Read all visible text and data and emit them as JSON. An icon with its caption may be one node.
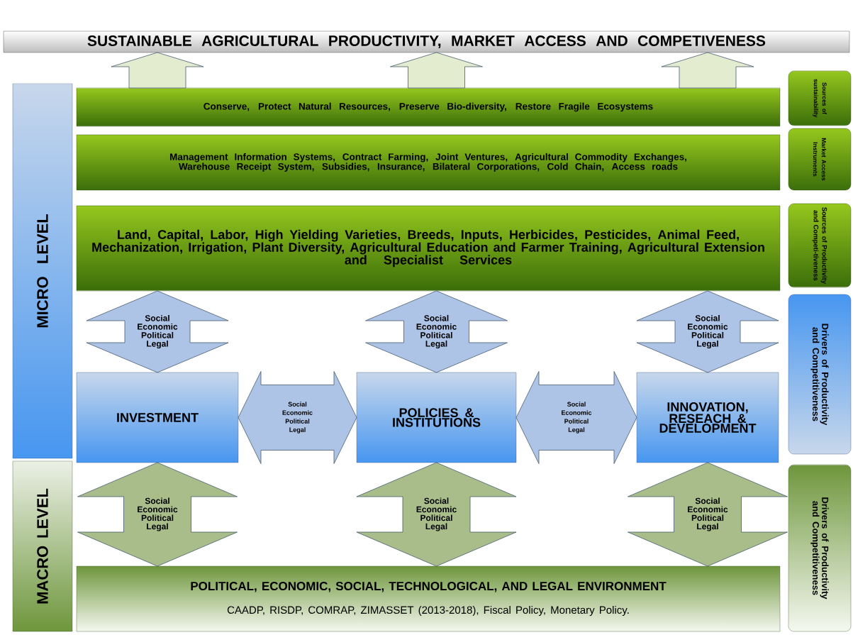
{
  "diagram": {
    "nodes": [
      {
        "text": [
          "SUSTAINABLE AGRICULTURAL PRODUCTIVITY, MARKET ACCESS AND COMPETIVENESS"
        ]
      },
      {
        "text": [
          "MICRO LEVEL"
        ]
      },
      {
        "text": [
          "Conserve, Protect Natural Resources, Preserve Bio-diversity, Restore Fragile Ecosystems"
        ]
      },
      {
        "text": [
          "Management Information Systems, Contract Farming, Joint Ventures, Agricultural Commodity Exchanges, Warehouse Receipt System, Subsidies, Insurance, Bilateral Corporations, Cold Chain, Access roads"
        ]
      },
      {
        "text": [
          "Land, Capital, Labor, High Yielding Varieties, Breeds, Inputs, Herbicides, Pesticides, Animal Feed, Mechanization, Irrigation, Plant Diversity, Agricultural Education and Farmer Training, Agricultural Extension and Specialist Services"
        ]
      },
      {
        "text": [
          "INVESTMENT"
        ]
      },
      {
        "text": [
          "POLICIES & INSTITUTIONS"
        ]
      },
      {
        "text": [
          "INNOVATION, RESEACH & DEVELOPMENT"
        ]
      },
      {
        "text": [
          "MACRO LEVEL"
        ]
      },
      {
        "text": [
          "POLITICAL, ECONOMIC, SOCIAL, TECHNOLOGICAL, AND LEGAL ENVIRONMENT",
          "CAADP, RISDP, COMRAP, ZIMASSET (2013-2018), Fiscal Policy, Monetary Policy."
        ]
      },
      {
        "text": [
          "Sources of sustainability"
        ]
      },
      {
        "text": [
          "Market Access Instruments"
        ]
      },
      {
        "text": [
          "Sources of Productivity and Competi-tiveness"
        ]
      },
      {
        "text": [
          "Drivers of Productivity and Competitiveness"
        ]
      },
      {
        "text": [
          "Drivers of Productivity and Competitiveness"
        ]
      }
    ],
    "edges": [
      {
        "from": 2,
        "to": 0,
        "arrow": "to",
        "color": "#e4ecd0"
      },
      {
        "from": 2,
        "to": 0,
        "arrow": "to",
        "color": "#e4ecd0"
      },
      {
        "from": 2,
        "to": 0,
        "arrow": "to",
        "color": "#e4ecd0"
      },
      {
        "from": 4,
        "to": 5,
        "arrow": "both",
        "label": "Social Economic Political Legal",
        "color": "#aec4e6"
      },
      {
        "from": 4,
        "to": 6,
        "arrow": "both",
        "label": "Social Economic Political Legal",
        "color": "#aec4e6"
      },
      {
        "from": 4,
        "to": 7,
        "arrow": "both",
        "label": "Social Economic Political Legal",
        "color": "#aec4e6"
      },
      {
        "from": 5,
        "to": 6,
        "arrow": "both",
        "label": "Social Economic Political Legal",
        "color": "#aec4e6"
      },
      {
        "from": 6,
        "to": 7,
        "arrow": "both",
        "label": "Social Economic Political Legal",
        "color": "#aec4e6"
      },
      {
        "from": 5,
        "to": 9,
        "arrow": "both",
        "label": "Social Economic Political Legal",
        "color": "#a9bd8a"
      },
      {
        "from": 6,
        "to": 9,
        "arrow": "both",
        "label": "Social Economic Political Legal",
        "color": "#a9bd8a"
      },
      {
        "from": 7,
        "to": 9,
        "arrow": "both",
        "label": "Social Economic Political Legal",
        "color": "#a9bd8a"
      }
    ]
  }
}
